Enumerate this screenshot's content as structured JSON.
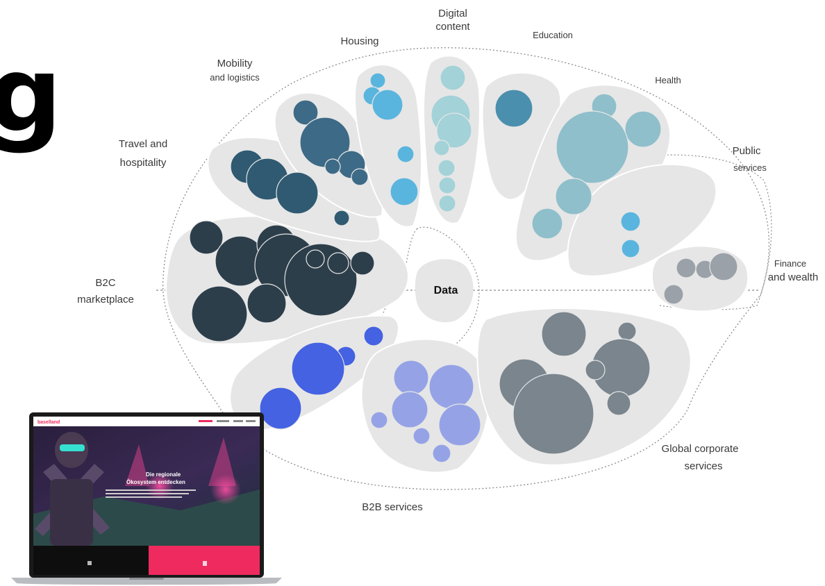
{
  "heading_fragment": "g",
  "diagram": {
    "center_label": "Data",
    "sector_labels": {
      "digital_content": [
        "Digital",
        "content"
      ],
      "housing": [
        "Housing"
      ],
      "education": [
        "Education"
      ],
      "mobility": [
        "Mobility",
        "and logistics"
      ],
      "health": [
        "Health"
      ],
      "travel": [
        "Travel and",
        "hospitality"
      ],
      "public": [
        "Public",
        "services"
      ],
      "b2c": [
        "B2C",
        "marketplace"
      ],
      "finance": [
        "Finance",
        "and wealth"
      ],
      "global": [
        "Global corporate",
        "services"
      ],
      "b2b": [
        "B2B services"
      ]
    }
  },
  "laptop": {
    "brand": "baselland",
    "hero_line1": "Die regionale",
    "hero_line2": "Ökosystem entdecken"
  },
  "colors": {
    "dark_navy": "#2d3e4b",
    "teal_dark": "#3d6a86",
    "teal_mid": "#4b8fae",
    "light_teal": "#a3d2d8",
    "sky_blue": "#5ab5de",
    "powder_blue": "#8fbfcb",
    "royal_blue": "#4462e2",
    "lavender": "#95a3e6",
    "slate_gray": "#7a858d",
    "silver": "#9ba1a8",
    "blob_bg": "#e6e6e6",
    "accent_pink": "#ee2a5e"
  }
}
